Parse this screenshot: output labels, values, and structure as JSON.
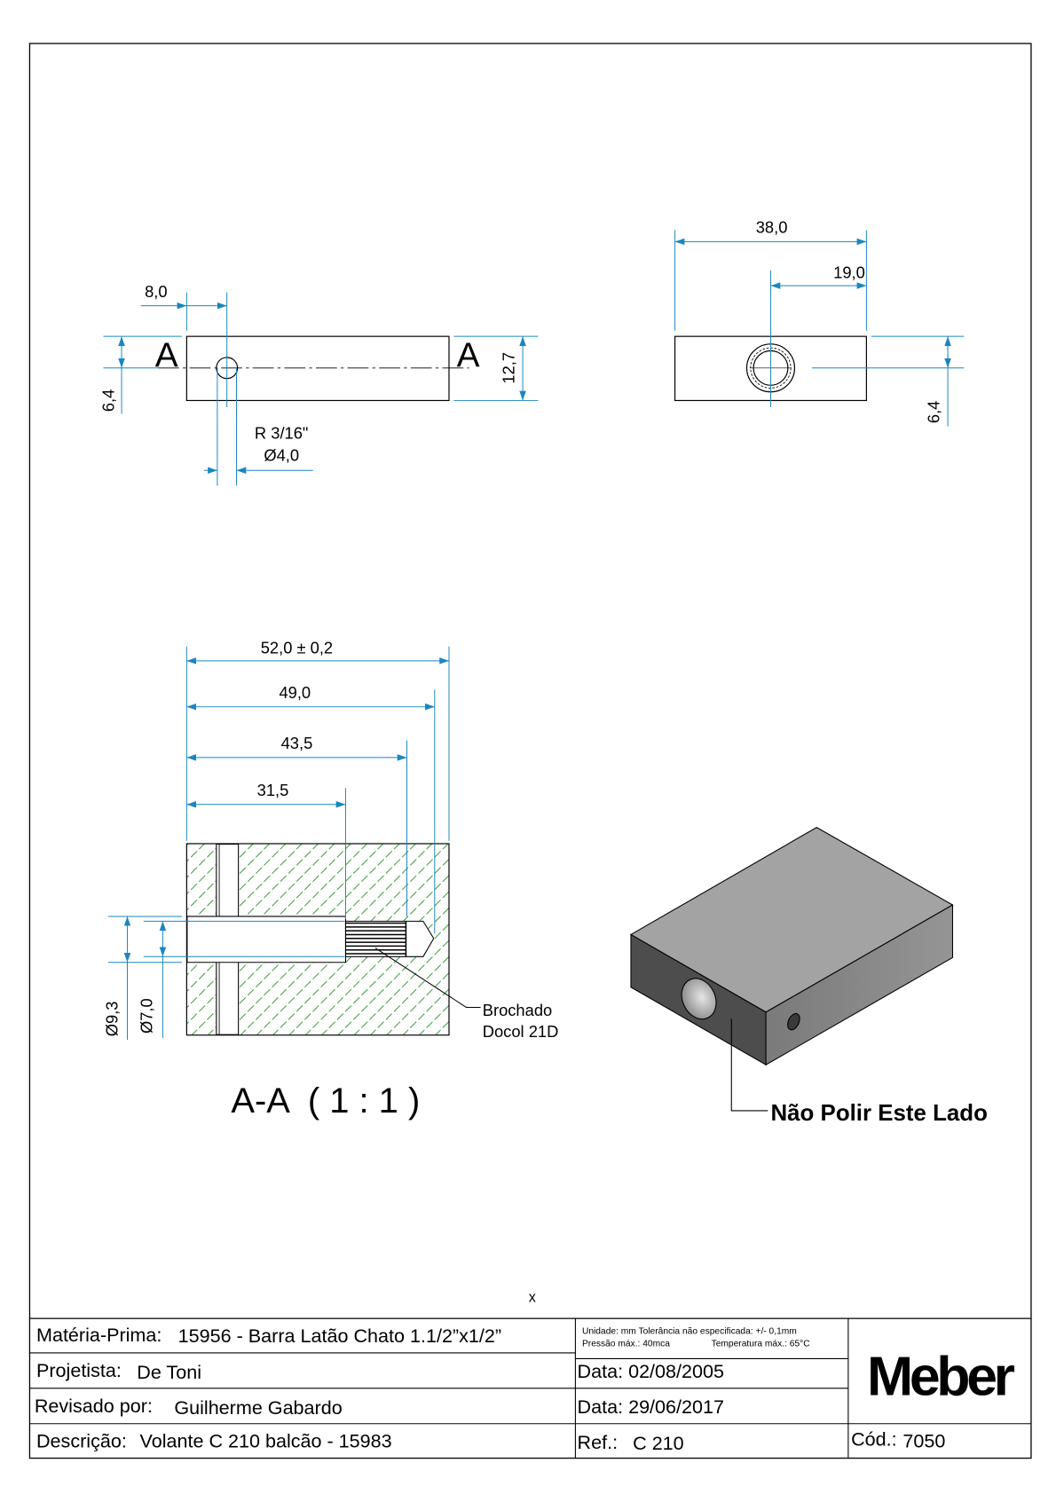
{
  "drawing": {
    "section_marker": "A",
    "front_view": {
      "dim_hole_offset": "8,0",
      "dim_center_height": "6,4",
      "dim_thickness": "12,7",
      "hole_radius_note": "R 3/16\"",
      "hole_diameter": "Ø4,0"
    },
    "side_view": {
      "dim_width": "38,0",
      "dim_half_width": "19,0",
      "dim_center_height": "6,4"
    },
    "section_view": {
      "dim_total_length": "52,0 ± 0,2",
      "dim_length_49": "49,0",
      "dim_length_43": "43,5",
      "dim_length_31": "31,5",
      "dim_bore_outer": "Ø9,3",
      "dim_bore_inner": "Ø7,0",
      "note_line1": "Brochado",
      "note_line2": "Docol 21D",
      "title": "A-A  ( 1 : 1 )"
    },
    "iso_view": {
      "note": "Não Polir Este Lado"
    },
    "marker_x": "x"
  },
  "title_block": {
    "materia_label": "Matéria-Prima:",
    "materia_value": "15956 - Barra Latão Chato 1.1/2”x1/2”",
    "specs_line1": "Unidade: mm Tolerância não especificada: +/- 0,1mm",
    "specs_line2a": "Pressão máx.: 40mca",
    "specs_line2b": "Temperatura máx.: 65°C",
    "projetista_label": "Projetista:",
    "projetista_value": "De Toni",
    "data1": "Data: 02/08/2005",
    "revisado_label": "Revisado por:",
    "revisado_value": "Guilherme Gabardo",
    "data2": "Data: 29/06/2017",
    "descricao_label": "Descrição:",
    "descricao_value": "Volante C 210 balcão - 15983",
    "ref_label": "Ref.:",
    "ref_value": "C 210",
    "cod_label": "Cód.:",
    "cod_value": "7050",
    "logo": "Meber"
  },
  "colors": {
    "dimension": "#1a86c0",
    "hatch": "#3a9a3a",
    "iso_top": "#a3a3a3",
    "iso_left": "#4d4d4d",
    "iso_right": "#8c8c8c"
  }
}
